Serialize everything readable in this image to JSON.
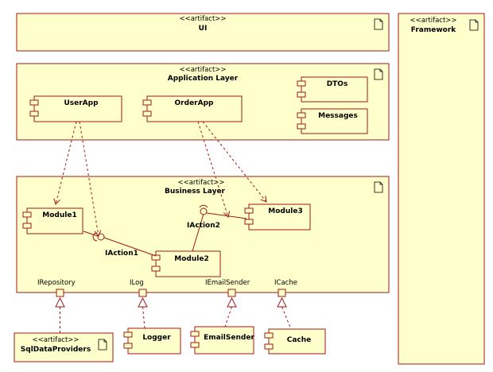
{
  "artifacts": {
    "stereotype": "<<artifact>>",
    "ui": "UI",
    "framework": "Framework",
    "application_layer": "Application Layer",
    "business_layer": "Business Layer",
    "sql_data_providers": "SqlDataProviders"
  },
  "components": {
    "user_app": "UserApp",
    "order_app": "OrderApp",
    "dtos": "DTOs",
    "messages": "Messages",
    "module1": "Module1",
    "module2": "Module2",
    "module3": "Module3",
    "logger": "Logger",
    "email_sender": "EmailSender",
    "cache": "Cache"
  },
  "interfaces": {
    "iaction1": "IAction1",
    "iaction2": "IAction2"
  },
  "ports": {
    "irepository": "IRepository",
    "ilog": "ILog",
    "iemail_sender": "IEmailSender",
    "icache": "ICache"
  },
  "colors": {
    "fill": "#ffffcc",
    "stroke": "#a01818"
  }
}
